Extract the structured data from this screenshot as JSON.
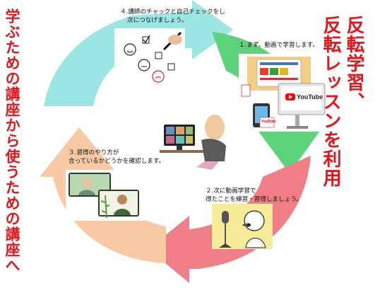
{
  "titles": {
    "left": "学ぶための講座から使うための講座へ",
    "right_line1": "反転学習、",
    "right_line2": "反転レッスンを利用"
  },
  "steps": {
    "step4": {
      "line1": "４.講師のチャックと自己チェックをし",
      "line2": "次につなげましょう。"
    },
    "step1": {
      "line1": "１.まず、動画で学習します。"
    },
    "step3": {
      "line1": "３.習得のやり方が",
      "line2": "合っているかどうかを確認します。"
    },
    "step2": {
      "line1": "２.次に動画学習で",
      "line2": "得たことを練習・習得しましょう。"
    }
  },
  "screen_texts": {
    "youtube_logo": "YouTube",
    "youtube_small": "YouTube"
  },
  "colors": {
    "title_red": "#e8141b",
    "arrow_cyan": "#9be6e3",
    "arrow_green": "#5fd27c",
    "arrow_pink": "#f07e86",
    "arrow_peach": "#f8c9a4",
    "youtube_red": "#ff0000",
    "panel_gold": "#f1cf86",
    "panel_yellow": "#f6ec9a"
  },
  "icons": {
    "center": "online-meeting-illustration",
    "step4": "checklist-smiley-faces-icon",
    "step1": "video-lesson-screens-icon",
    "step2": "singing-microphone-icon",
    "step3": "video-call-icon"
  }
}
